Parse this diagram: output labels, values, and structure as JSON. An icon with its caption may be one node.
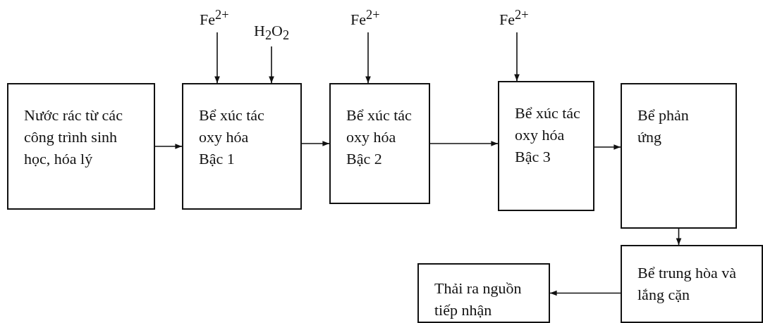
{
  "diagram": {
    "nodes": [
      {
        "text": [
          "Fe$^{2+}$"
        ]
      },
      {
        "text": [
          "H$_{2}$O$_{2}$"
        ]
      },
      {
        "text": [
          "Fe$^{2+}$"
        ]
      },
      {
        "text": [
          "Fe$^{2+}$"
        ]
      },
      {
        "text": [
          "Nước rác từ các công trình sinh học, hóa lý"
        ]
      },
      {
        "text": [
          "Bể xúc tác oxy hóa Bậc 1"
        ]
      },
      {
        "text": [
          "Bể xúc tác oxy hóa Bậc 2"
        ]
      },
      {
        "text": [
          "Bể xúc tác oxy hóa Bậc 3"
        ]
      },
      {
        "text": [
          "Bể phản ứng"
        ]
      },
      {
        "text": [
          "Bể trung hòa và lắng cặn"
        ]
      },
      {
        "text": [
          "Thải ra nguồn tiếp nhận"
        ]
      }
    ],
    "edges": [
      {
        "from": 0,
        "to": 5,
        "arrow": "to"
      },
      {
        "from": 1,
        "to": 5,
        "arrow": "to"
      },
      {
        "from": 2,
        "to": 6,
        "arrow": "to"
      },
      {
        "from": 3,
        "to": 7,
        "arrow": "to"
      },
      {
        "from": 4,
        "to": 5,
        "arrow": "to"
      },
      {
        "from": 5,
        "to": 6,
        "arrow": "to"
      },
      {
        "from": 6,
        "to": 7,
        "arrow": "to"
      },
      {
        "from": 7,
        "to": 8,
        "arrow": "to"
      },
      {
        "from": 8,
        "to": 9,
        "arrow": "to"
      },
      {
        "from": 9,
        "to": 10,
        "arrow": "to"
      }
    ]
  }
}
